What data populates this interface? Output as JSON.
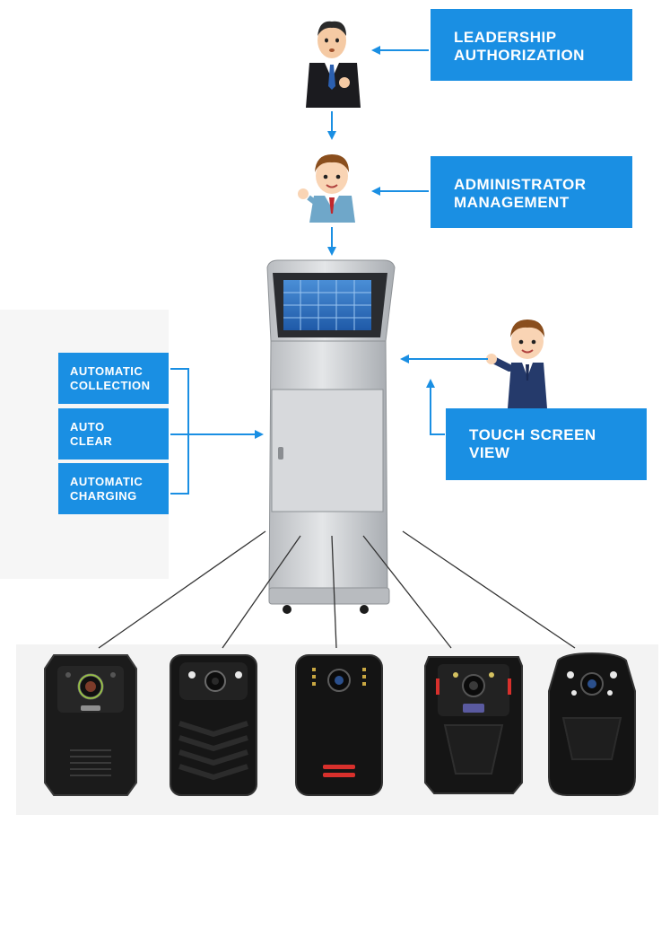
{
  "colors": {
    "accent": "#1a8fe3",
    "arrow": "#1a8fe3",
    "line": "#333333"
  },
  "boxes": {
    "leadership": {
      "line1": "LEADERSHIP",
      "line2": "AUTHORIZATION"
    },
    "administrator": {
      "line1": "ADMINISTRATOR",
      "line2": "MANAGEMENT"
    },
    "touch_screen": {
      "line1": "TOUCH SCREEN",
      "line2": "VIEW"
    },
    "collection": {
      "line1": "AUTOMATIC",
      "line2": "COLLECTION"
    },
    "clear": {
      "line1": "AUTO",
      "line2": "CLEAR"
    },
    "charging": {
      "line1": "AUTOMATIC",
      "line2": "CHARGING"
    }
  },
  "figures": [
    "leader-figure",
    "administrator-figure",
    "officer-figure"
  ],
  "devices": [
    "body-camera-1",
    "body-camera-2",
    "body-camera-3",
    "body-camera-4",
    "body-camera-5"
  ]
}
